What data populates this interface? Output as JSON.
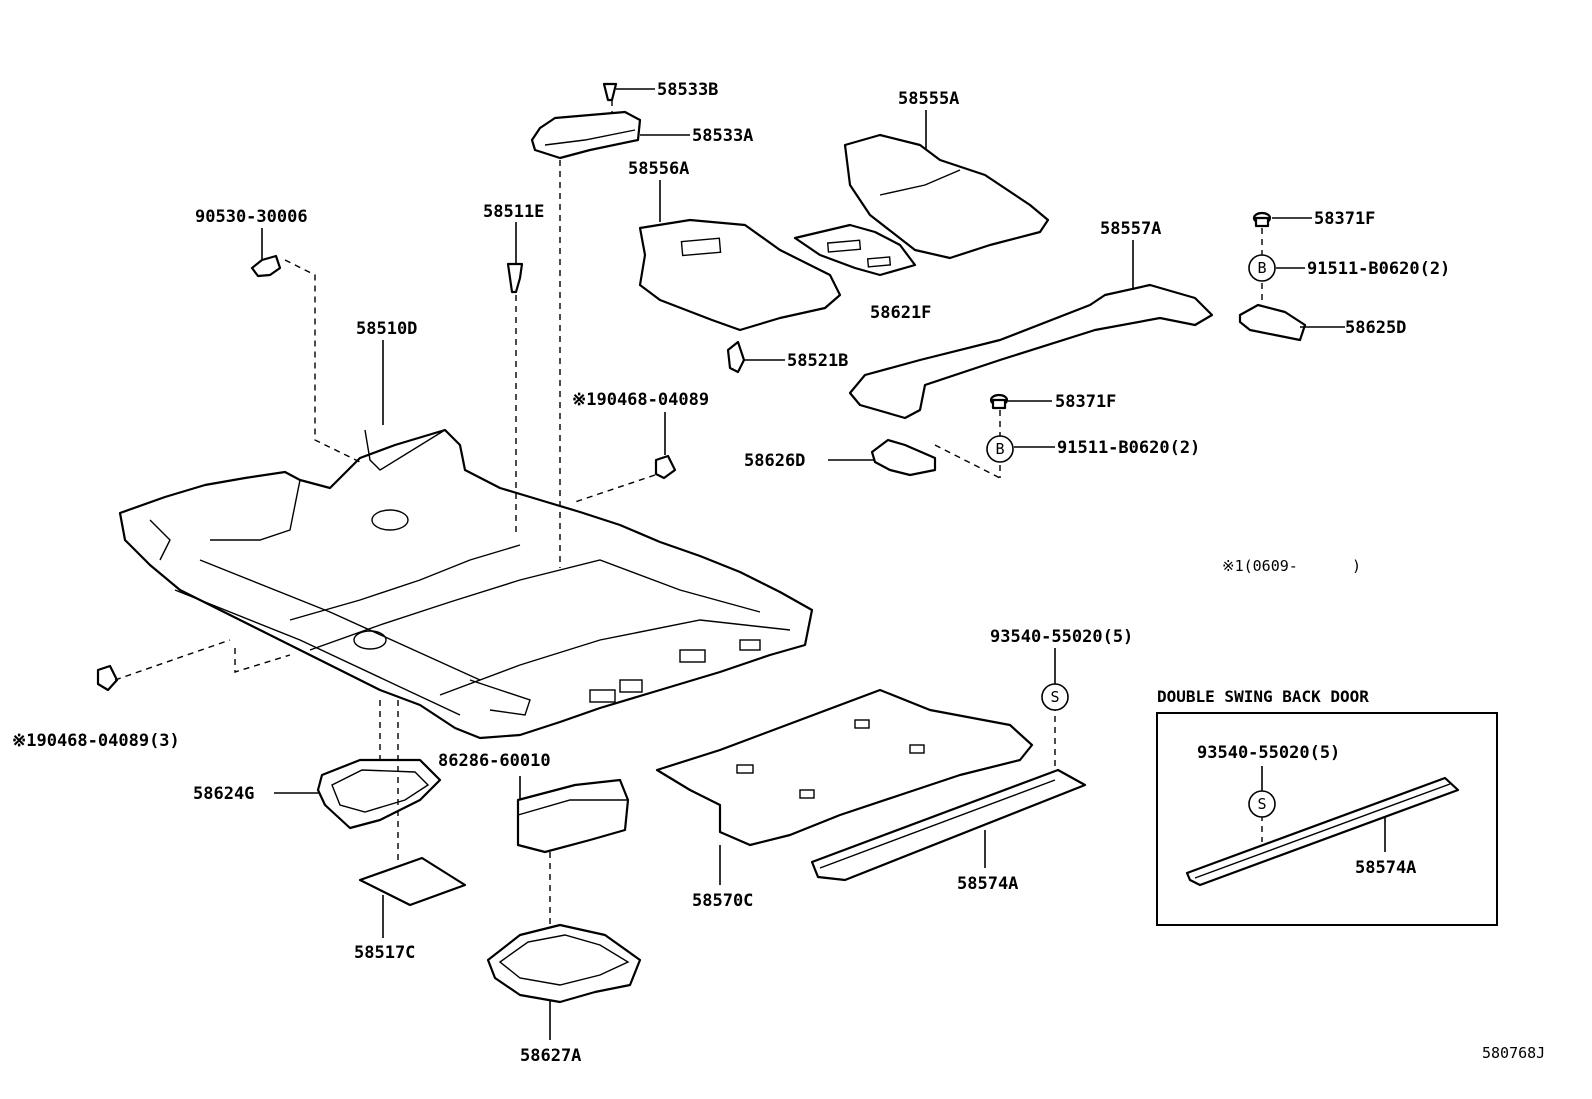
{
  "labels": {
    "p58533B": "58533B",
    "p58533A": "58533A",
    "p58555A": "58555A",
    "p58556A": "58556A",
    "p90530": "90530-30006",
    "p58511E": "58511E",
    "p58371F_top": "58371F",
    "p58557A": "58557A",
    "p91511_top": "91511-B0620(2)",
    "p58621F": "58621F",
    "p58625D": "58625D",
    "p58510D": "58510D",
    "p58521B": "58521B",
    "p90468_top": "※190468-04089",
    "p58371F_mid": "58371F",
    "p58626D": "58626D",
    "p91511_mid": "91511-B0620(2)",
    "note1": "※1(0609-      )",
    "p93540_main": "93540-55020(5)",
    "p90468_bottom": "※190468-04089(3)",
    "p86286": "86286-60010",
    "p58624G": "58624G",
    "p58570C": "58570C",
    "p58574A_main": "58574A",
    "p58517C": "58517C",
    "p58627A": "58627A",
    "box_title": "DOUBLE SWING BACK DOOR",
    "p93540_box": "93540-55020(5)",
    "p58574A_box": "58574A",
    "diagram_id": "580768J"
  },
  "symbols": {
    "bolt_letter": "B",
    "screw_letter": "S"
  }
}
